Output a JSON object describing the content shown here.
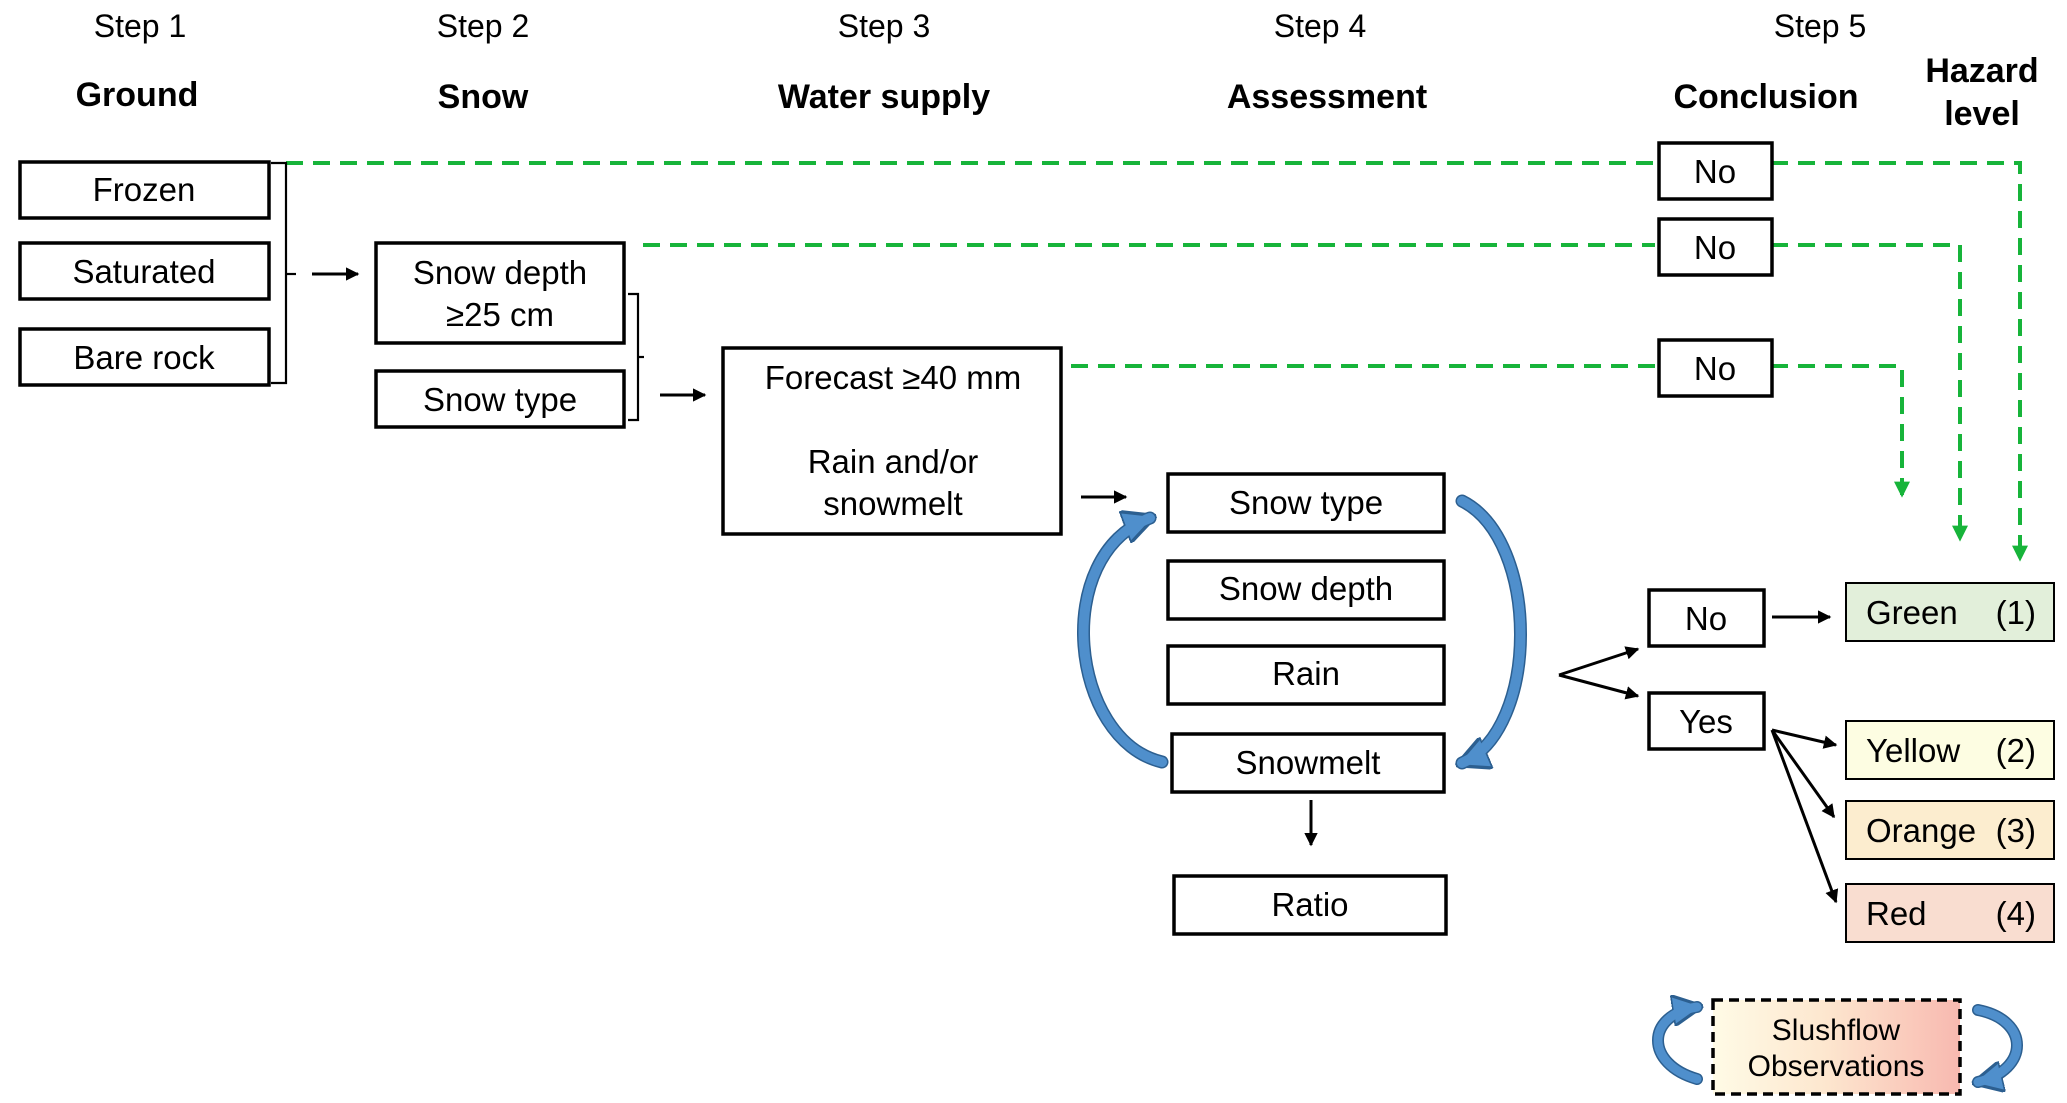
{
  "steps": {
    "s1": {
      "label": "Step 1",
      "title": "Ground"
    },
    "s2": {
      "label": "Step 2",
      "title": "Snow"
    },
    "s3": {
      "label": "Step 3",
      "title": "Water supply"
    },
    "s4": {
      "label": "Step 4",
      "title": "Assessment"
    },
    "s5": {
      "label": "Step 5",
      "title": "Conclusion"
    }
  },
  "hazard_header": {
    "line1": "Hazard",
    "line2": "level"
  },
  "ground": {
    "frozen": "Frozen",
    "saturated": "Saturated",
    "bare_rock": "Bare rock"
  },
  "snow": {
    "depth_line1": "Snow depth",
    "depth_line2": "≥25 cm",
    "type": "Snow type"
  },
  "water": {
    "forecast": "Forecast ≥40 mm",
    "rain_line1": "Rain and/or",
    "rain_line2": "snowmelt"
  },
  "assessment": {
    "snow_type": "Snow type",
    "snow_depth": "Snow depth",
    "rain": "Rain",
    "snowmelt": "Snowmelt",
    "ratio": "Ratio"
  },
  "conclusion": {
    "no": "No",
    "yes": "Yes"
  },
  "hazard_levels": [
    {
      "name": "Green",
      "level": "(1)",
      "color": "#e2efda"
    },
    {
      "name": "Yellow",
      "level": "(2)",
      "color": "#fdfde2"
    },
    {
      "name": "Orange",
      "level": "(3)",
      "color": "#fcedcf"
    },
    {
      "name": "Red",
      "level": "(4)",
      "color": "#f9ddd0"
    }
  ],
  "legend": {
    "line1": "Slushflow",
    "line2": "Observations"
  },
  "colors": {
    "green_dashed": "#17b43a",
    "cycle_arrow": "#4f8fcc"
  }
}
